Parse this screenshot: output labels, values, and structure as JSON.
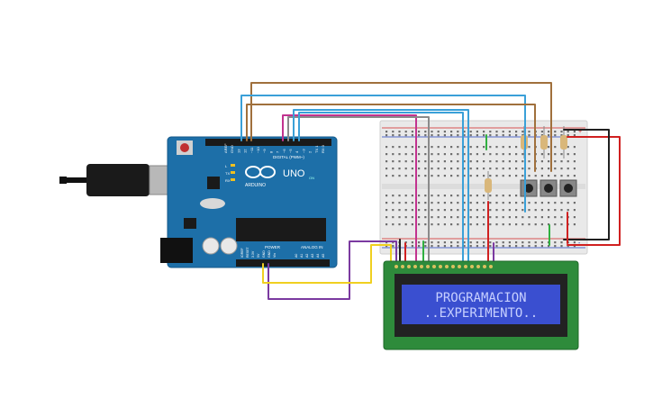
{
  "arduino": {
    "brand": "ARDUINO",
    "model": "UNO",
    "digital_label": "DIGITAL (PWM~)",
    "power_label": "POWER",
    "analog_label": "ANALOG IN",
    "digital_pins": [
      "AREF",
      "GND",
      "13",
      "12",
      "~11",
      "~10",
      "~9",
      "8",
      "7",
      "~6",
      "~5",
      "4",
      "~3",
      "2",
      "TX 1",
      "RX 0"
    ],
    "power_pins": [
      "IOREF",
      "RESET",
      "3.3V",
      "5V",
      "GND",
      "GND",
      "Vin"
    ],
    "analog_pins": [
      "A0",
      "A1",
      "A2",
      "A3",
      "A4",
      "A5"
    ],
    "led_labels": [
      "L",
      "TX",
      "RX"
    ],
    "on_label": "ON"
  },
  "lcd": {
    "line1": "PROGRAMACION",
    "line2": "..EXPERIMENTO.."
  },
  "breadboard": {
    "plus": "+",
    "minus": "-"
  },
  "colors": {
    "arduino_board": "#1d6fa8",
    "breadboard": "#e9e9e9",
    "lcd_pcb": "#2e8b3b",
    "lcd_screen": "#3a4fd0",
    "lcd_text": "#c7d0ff",
    "wire_brown": "#a0703c",
    "wire_blue": "#3aa0d8",
    "wire_magenta": "#c2338f",
    "wire_purple": "#7b3aa0",
    "wire_yellow": "#f0d020",
    "wire_red": "#d02020",
    "wire_black": "#202020",
    "wire_green": "#30b040",
    "wire_gray": "#8a8a8a"
  }
}
